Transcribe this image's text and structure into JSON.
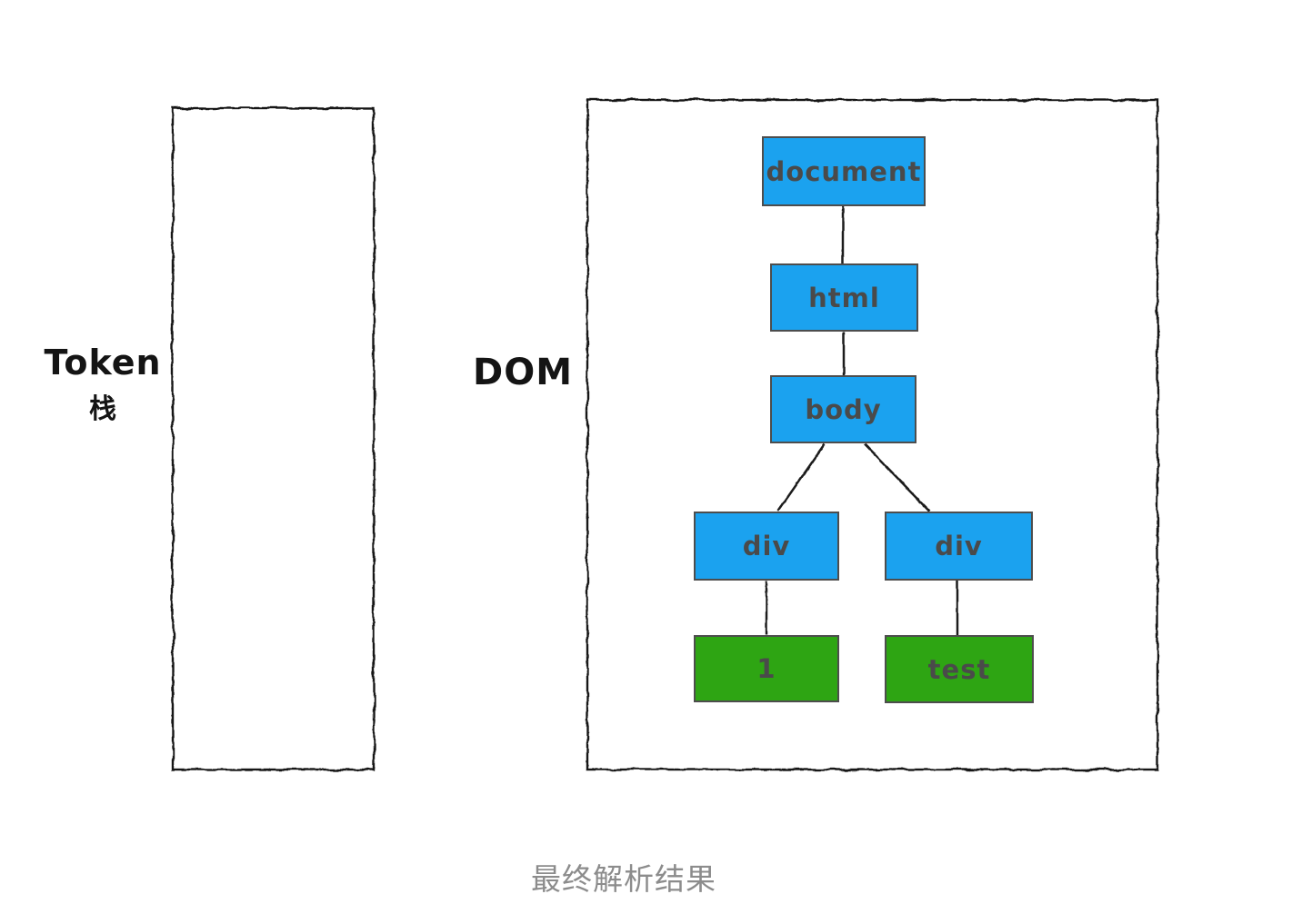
{
  "diagram": {
    "caption": "最终解析结果",
    "token_stack": {
      "title": "Token",
      "subtitle": "栈",
      "contents": []
    },
    "dom_panel": {
      "label": "DOM"
    },
    "tree": {
      "nodes": {
        "document": {
          "label": "document",
          "kind": "element-node"
        },
        "html": {
          "label": "html",
          "kind": "element-node"
        },
        "body": {
          "label": "body",
          "kind": "element-node"
        },
        "div_left": {
          "label": "div",
          "kind": "element-node"
        },
        "div_right": {
          "label": "div",
          "kind": "element-node"
        },
        "text_1": {
          "label": "1",
          "kind": "text-node"
        },
        "text_test": {
          "label": "test",
          "kind": "text-node"
        }
      },
      "edges": [
        [
          "document",
          "html"
        ],
        [
          "html",
          "body"
        ],
        [
          "body",
          "div_left"
        ],
        [
          "body",
          "div_right"
        ],
        [
          "div_left",
          "text_1"
        ],
        [
          "div_right",
          "text_test"
        ]
      ]
    },
    "colors": {
      "element_node_fill": "#1ba2ef",
      "text_node_fill": "#2ea513",
      "node_border": "#4d4d4d",
      "node_text": "#4a4a4a",
      "outline_stroke": "#141414",
      "edge_stroke": "#1e1e1e",
      "caption_color": "#8c8c8c",
      "background": "#ffffff"
    }
  }
}
